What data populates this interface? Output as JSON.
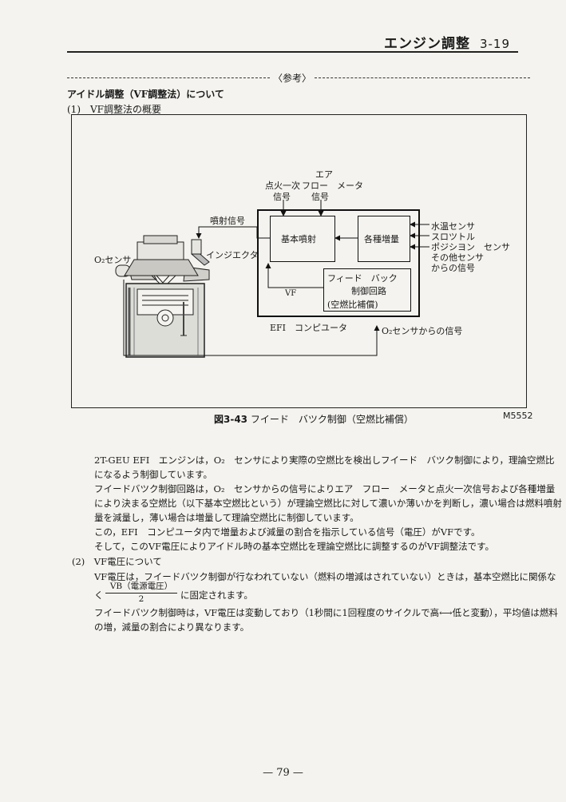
{
  "header": {
    "title": "エンジン調整",
    "page_ref": "3-19"
  },
  "reference_label": "〈参考〉",
  "section": {
    "title": "アイドル調整（VF調整法）について",
    "sub1": "(1)　VF調整法の概要"
  },
  "figure": {
    "labels": {
      "air_flow_1": "エア",
      "air_flow_2": "フロー　メータ",
      "air_flow_3": "信号",
      "ignition_1": "点火一次",
      "ignition_2": "信号",
      "injection_signal": "噴射信号",
      "injector": "インジエクタ",
      "o2_sensor": "O₂センサ",
      "basic_injection": "基本噴射",
      "increase": "各種増量",
      "feedback_1": "フィード　バック",
      "feedback_2": "制御回路",
      "feedback_3": "(空燃比補償)",
      "vf": "VF",
      "efi_computer": "EFI　コンピユータ",
      "o2_signal": "O₂センサからの信号",
      "sensor_1": "水温センサ",
      "sensor_2": "スロツトル",
      "sensor_3": "ポジシヨン　センサ",
      "sensor_4": "その他センサ",
      "sensor_5": "からの信号"
    },
    "caption_no": "図3-43",
    "caption_text": "フイード　バツク制御（空燃比補償）",
    "code": "M5552"
  },
  "body": {
    "p1_l1": "2T-GEU EFI　エンジンは，O₂　センサにより実際の空燃比を検出しフイード　バツク制御により，理論空燃比",
    "p1_l2": "になるよう制御しています。",
    "p2_l1": "フイードバツク制御回路は，O₂　センサからの信号によりエア　フロー　メータと点火一次信号および各種増量",
    "p2_l2": "により決まる空燃比（以下基本空燃比という）が理論空燃比に対して濃いか薄いかを判断し，濃い場合は燃料噴射",
    "p2_l3": "量を減量し，薄い場合は増量して理論空燃比に制御しています。",
    "p3": "この，EFI　コンピユータ内で増量および減量の割合を指示している信号（電圧）がVFです。",
    "p4": "そして，このVF電圧によりアイドル時の基本空燃比を理論空燃比に調整するのがVF調整法です。",
    "sub2": "(2)　VF電圧について",
    "p5": "VF電圧は，フイードバツク制御が行なわれていない（燃料の増減はされていない）ときは，基本空燃比に関係な",
    "p6_pre": "く",
    "p6_num": "VB（電源電圧）",
    "p6_den": "2",
    "p6_post": "に固定されます。",
    "p7_l1": "フイードバツク制御時は，VF電圧は変動しており（1秒間に1回程度のサイクルで高⟷低と変動），平均値は燃料",
    "p7_l2": "の増，減量の割合により異なります。"
  },
  "page_number": "— 79 —"
}
